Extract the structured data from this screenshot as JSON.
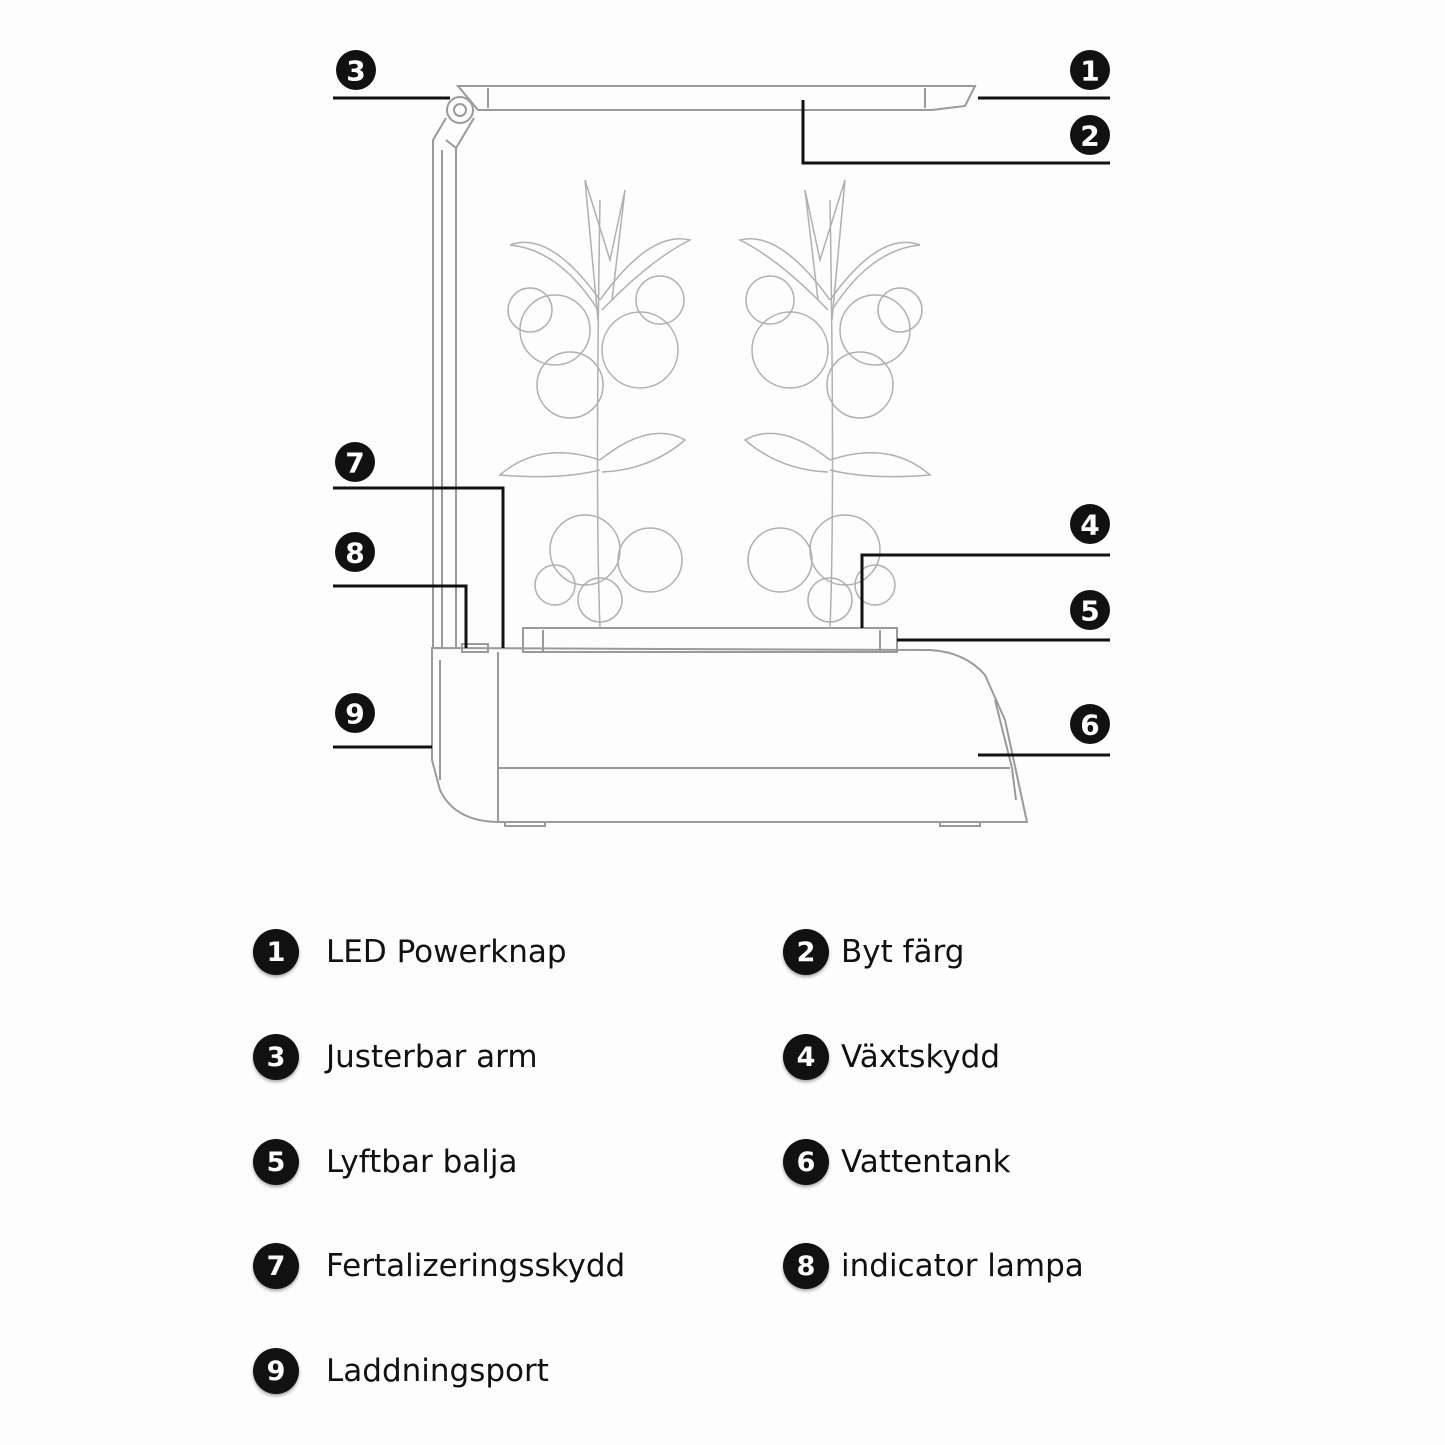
{
  "callouts": [
    {
      "number": "1",
      "label": "LED Powerknap"
    },
    {
      "number": "2",
      "label": "Byt färg"
    },
    {
      "number": "3",
      "label": "Justerbar arm"
    },
    {
      "number": "4",
      "label": "Växtskydd"
    },
    {
      "number": "5",
      "label": "Lyftbar balja"
    },
    {
      "number": "6",
      "label": "Vattentank"
    },
    {
      "number": "7",
      "label": "Fertalizeringsskydd"
    },
    {
      "number": "8",
      "label": "indicator lampa"
    },
    {
      "number": "9",
      "label": "Laddningsport"
    }
  ],
  "colors": {
    "badge": "#111111",
    "line_drawing": "#9a9a9a",
    "leader": "#111111"
  }
}
